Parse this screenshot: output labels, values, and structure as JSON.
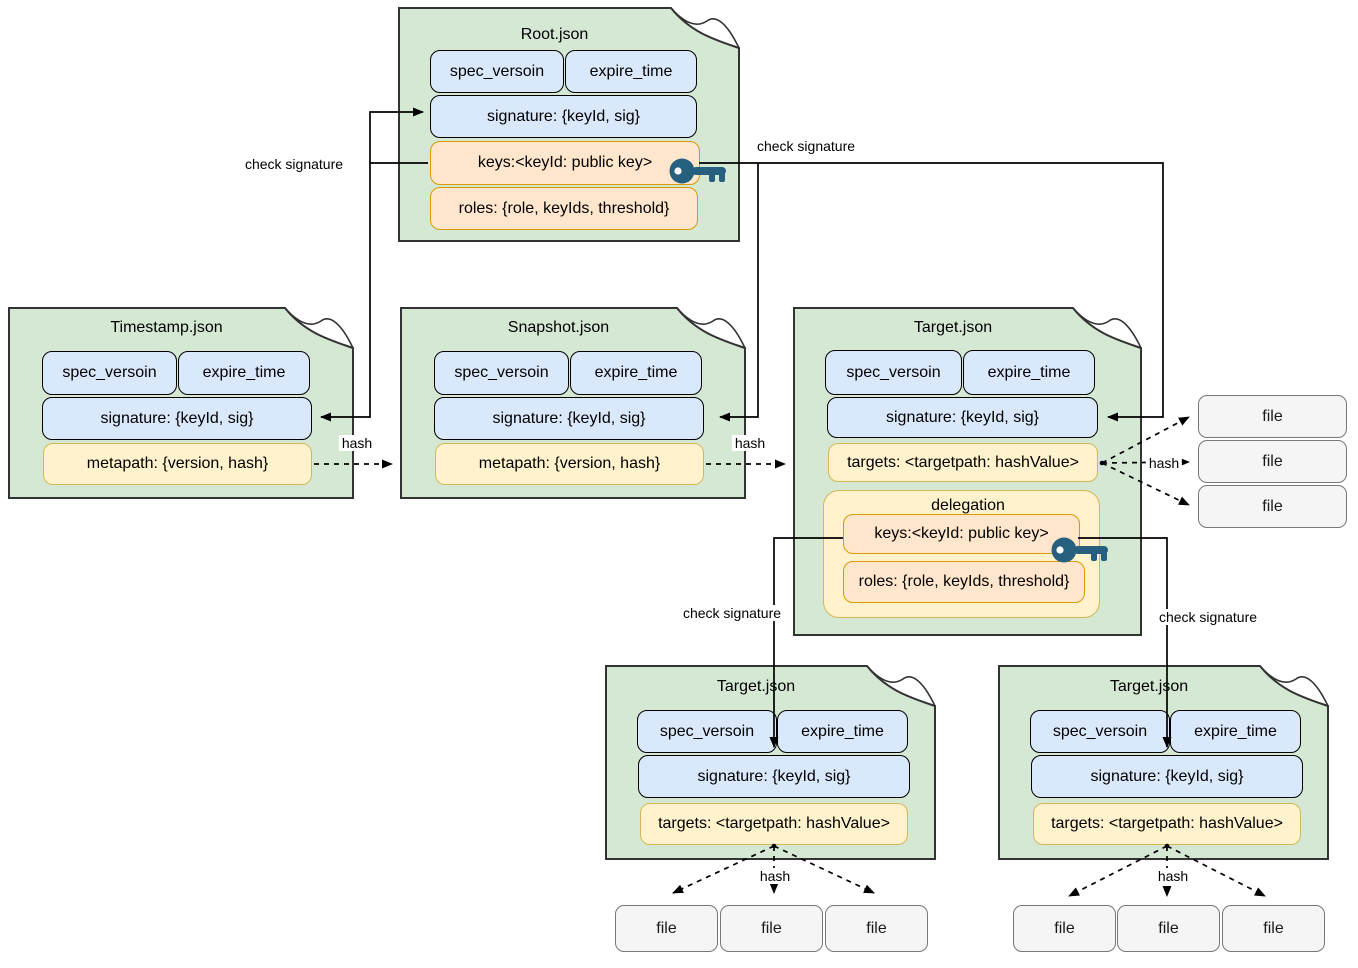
{
  "labels": {
    "check_signature": "check signature",
    "hash": "hash"
  },
  "docs": {
    "root": {
      "title": "Root.json",
      "fields": {
        "spec": "spec_versoin",
        "expire": "expire_time",
        "signature": "signature: {keyId, sig}",
        "keys": "keys:<keyId: public key>",
        "roles": "roles: {role, keyIds, threshold}"
      }
    },
    "timestamp": {
      "title": "Timestamp.json",
      "fields": {
        "spec": "spec_versoin",
        "expire": "expire_time",
        "signature": "signature: {keyId, sig}",
        "metapath": "metapath: {version, hash}"
      }
    },
    "snapshot": {
      "title": "Snapshot.json",
      "fields": {
        "spec": "spec_versoin",
        "expire": "expire_time",
        "signature": "signature: {keyId, sig}",
        "metapath": "metapath: {version, hash}"
      }
    },
    "target": {
      "title": "Target.json",
      "fields": {
        "spec": "spec_versoin",
        "expire": "expire_time",
        "signature": "signature: {keyId, sig}",
        "targets": "targets: <targetpath: hashValue>"
      },
      "delegation": {
        "title": "delegation",
        "keys": "keys:<keyId: public key>",
        "roles": "roles: {role, keyIds, threshold}"
      }
    },
    "target_delegate_left": {
      "title": "Target.json",
      "fields": {
        "spec": "spec_versoin",
        "expire": "expire_time",
        "signature": "signature: {keyId, sig}",
        "targets": "targets: <targetpath: hashValue>"
      }
    },
    "target_delegate_right": {
      "title": "Target.json",
      "fields": {
        "spec": "spec_versoin",
        "expire": "expire_time",
        "signature": "signature: {keyId, sig}",
        "targets": "targets: <targetpath: hashValue>"
      }
    }
  },
  "files": {
    "right": [
      "file",
      "file",
      "file"
    ],
    "bottom_left": [
      "file",
      "file",
      "file"
    ],
    "bottom_right": [
      "file",
      "file",
      "file"
    ]
  },
  "colors": {
    "doc_fill": "#d5e8d4",
    "doc_stroke": "#333333",
    "blue_fill": "#dae8fc",
    "blue_stroke": "#000000",
    "orange_fill": "#ffe6cc",
    "orange_stroke": "#d79b00",
    "yellow_fill": "#fff2cc",
    "yellow_stroke": "#d6b656",
    "file_fill": "#f5f5f5",
    "file_stroke": "#777777",
    "key_icon": "#27607f"
  },
  "edges": [
    {
      "from": "root.keys",
      "to": "root.signature",
      "label": "check signature",
      "style": "solid"
    },
    {
      "from": "root.keys",
      "to": "timestamp.signature",
      "label": "check signature",
      "style": "solid"
    },
    {
      "from": "root.keys",
      "to": "snapshot.signature",
      "label": "check signature",
      "style": "solid"
    },
    {
      "from": "root.keys",
      "to": "target.signature",
      "label": "check signature",
      "style": "solid"
    },
    {
      "from": "timestamp.metapath",
      "to": "snapshot",
      "label": "hash",
      "style": "dashed"
    },
    {
      "from": "snapshot.metapath",
      "to": "target",
      "label": "hash",
      "style": "dashed"
    },
    {
      "from": "target.targets",
      "to": "right files",
      "label": "hash",
      "style": "dashed"
    },
    {
      "from": "target.delegation.keys",
      "to": "target_delegate_left.signature",
      "label": "check signature",
      "style": "solid"
    },
    {
      "from": "target.delegation.keys",
      "to": "target_delegate_right.signature",
      "label": "check signature",
      "style": "solid"
    },
    {
      "from": "target_delegate_left.targets",
      "to": "bottom_left files",
      "label": "hash",
      "style": "dashed"
    },
    {
      "from": "target_delegate_right.targets",
      "to": "bottom_right files",
      "label": "hash",
      "style": "dashed"
    }
  ]
}
